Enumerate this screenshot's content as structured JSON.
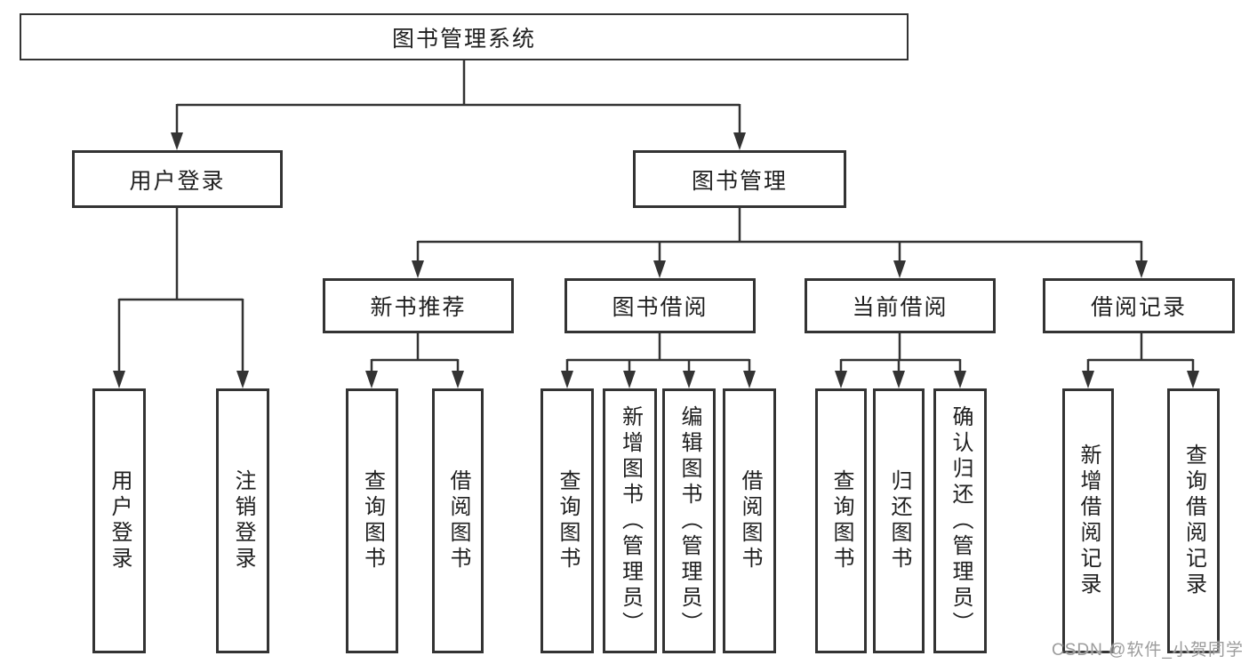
{
  "diagram": {
    "type": "hierarchy-tree",
    "nodes": {
      "root": "图书管理系统",
      "user_login": "用户登录",
      "book_mgmt": "图书管理",
      "new_book_rec": "新书推荐",
      "book_borrow": "图书借阅",
      "current_borrow": "当前借阅",
      "borrow_record": "借阅记录",
      "leaf_user_login": "用户登录",
      "leaf_logout": "注销登录",
      "leaf_query_book_a": "查询图书",
      "leaf_borrow_book_a": "借阅图书",
      "leaf_query_book_b": "查询图书",
      "leaf_add_book_admin": "新增图书（管理员）",
      "leaf_edit_book_admin": "编辑图书（管理员）",
      "leaf_borrow_book_b": "借阅图书",
      "leaf_query_book_c": "查询图书",
      "leaf_return_book": "归还图书",
      "leaf_confirm_return_admin": "确认归还（管理员）",
      "leaf_add_borrow_record": "新增借阅记录",
      "leaf_query_borrow_record": "查询借阅记录"
    },
    "edges": [
      [
        "图书管理系统",
        "用户登录"
      ],
      [
        "图书管理系统",
        "图书管理"
      ],
      [
        "用户登录",
        "用户登录(叶)"
      ],
      [
        "用户登录",
        "注销登录"
      ],
      [
        "图书管理",
        "新书推荐"
      ],
      [
        "图书管理",
        "图书借阅"
      ],
      [
        "图书管理",
        "当前借阅"
      ],
      [
        "图书管理",
        "借阅记录"
      ],
      [
        "新书推荐",
        "查询图书"
      ],
      [
        "新书推荐",
        "借阅图书"
      ],
      [
        "图书借阅",
        "查询图书"
      ],
      [
        "图书借阅",
        "新增图书（管理员）"
      ],
      [
        "图书借阅",
        "编辑图书（管理员）"
      ],
      [
        "图书借阅",
        "借阅图书"
      ],
      [
        "当前借阅",
        "查询图书"
      ],
      [
        "当前借阅",
        "归还图书"
      ],
      [
        "当前借阅",
        "确认归还（管理员）"
      ],
      [
        "借阅记录",
        "新增借阅记录"
      ],
      [
        "借阅记录",
        "查询借阅记录"
      ]
    ],
    "watermark": "CSDN @软件_小贺同学",
    "colors": {
      "line": "#333333",
      "box_border": "#333333",
      "text": "#1f1f1f",
      "watermark": "#9c9c9c",
      "background": "#ffffff"
    }
  }
}
